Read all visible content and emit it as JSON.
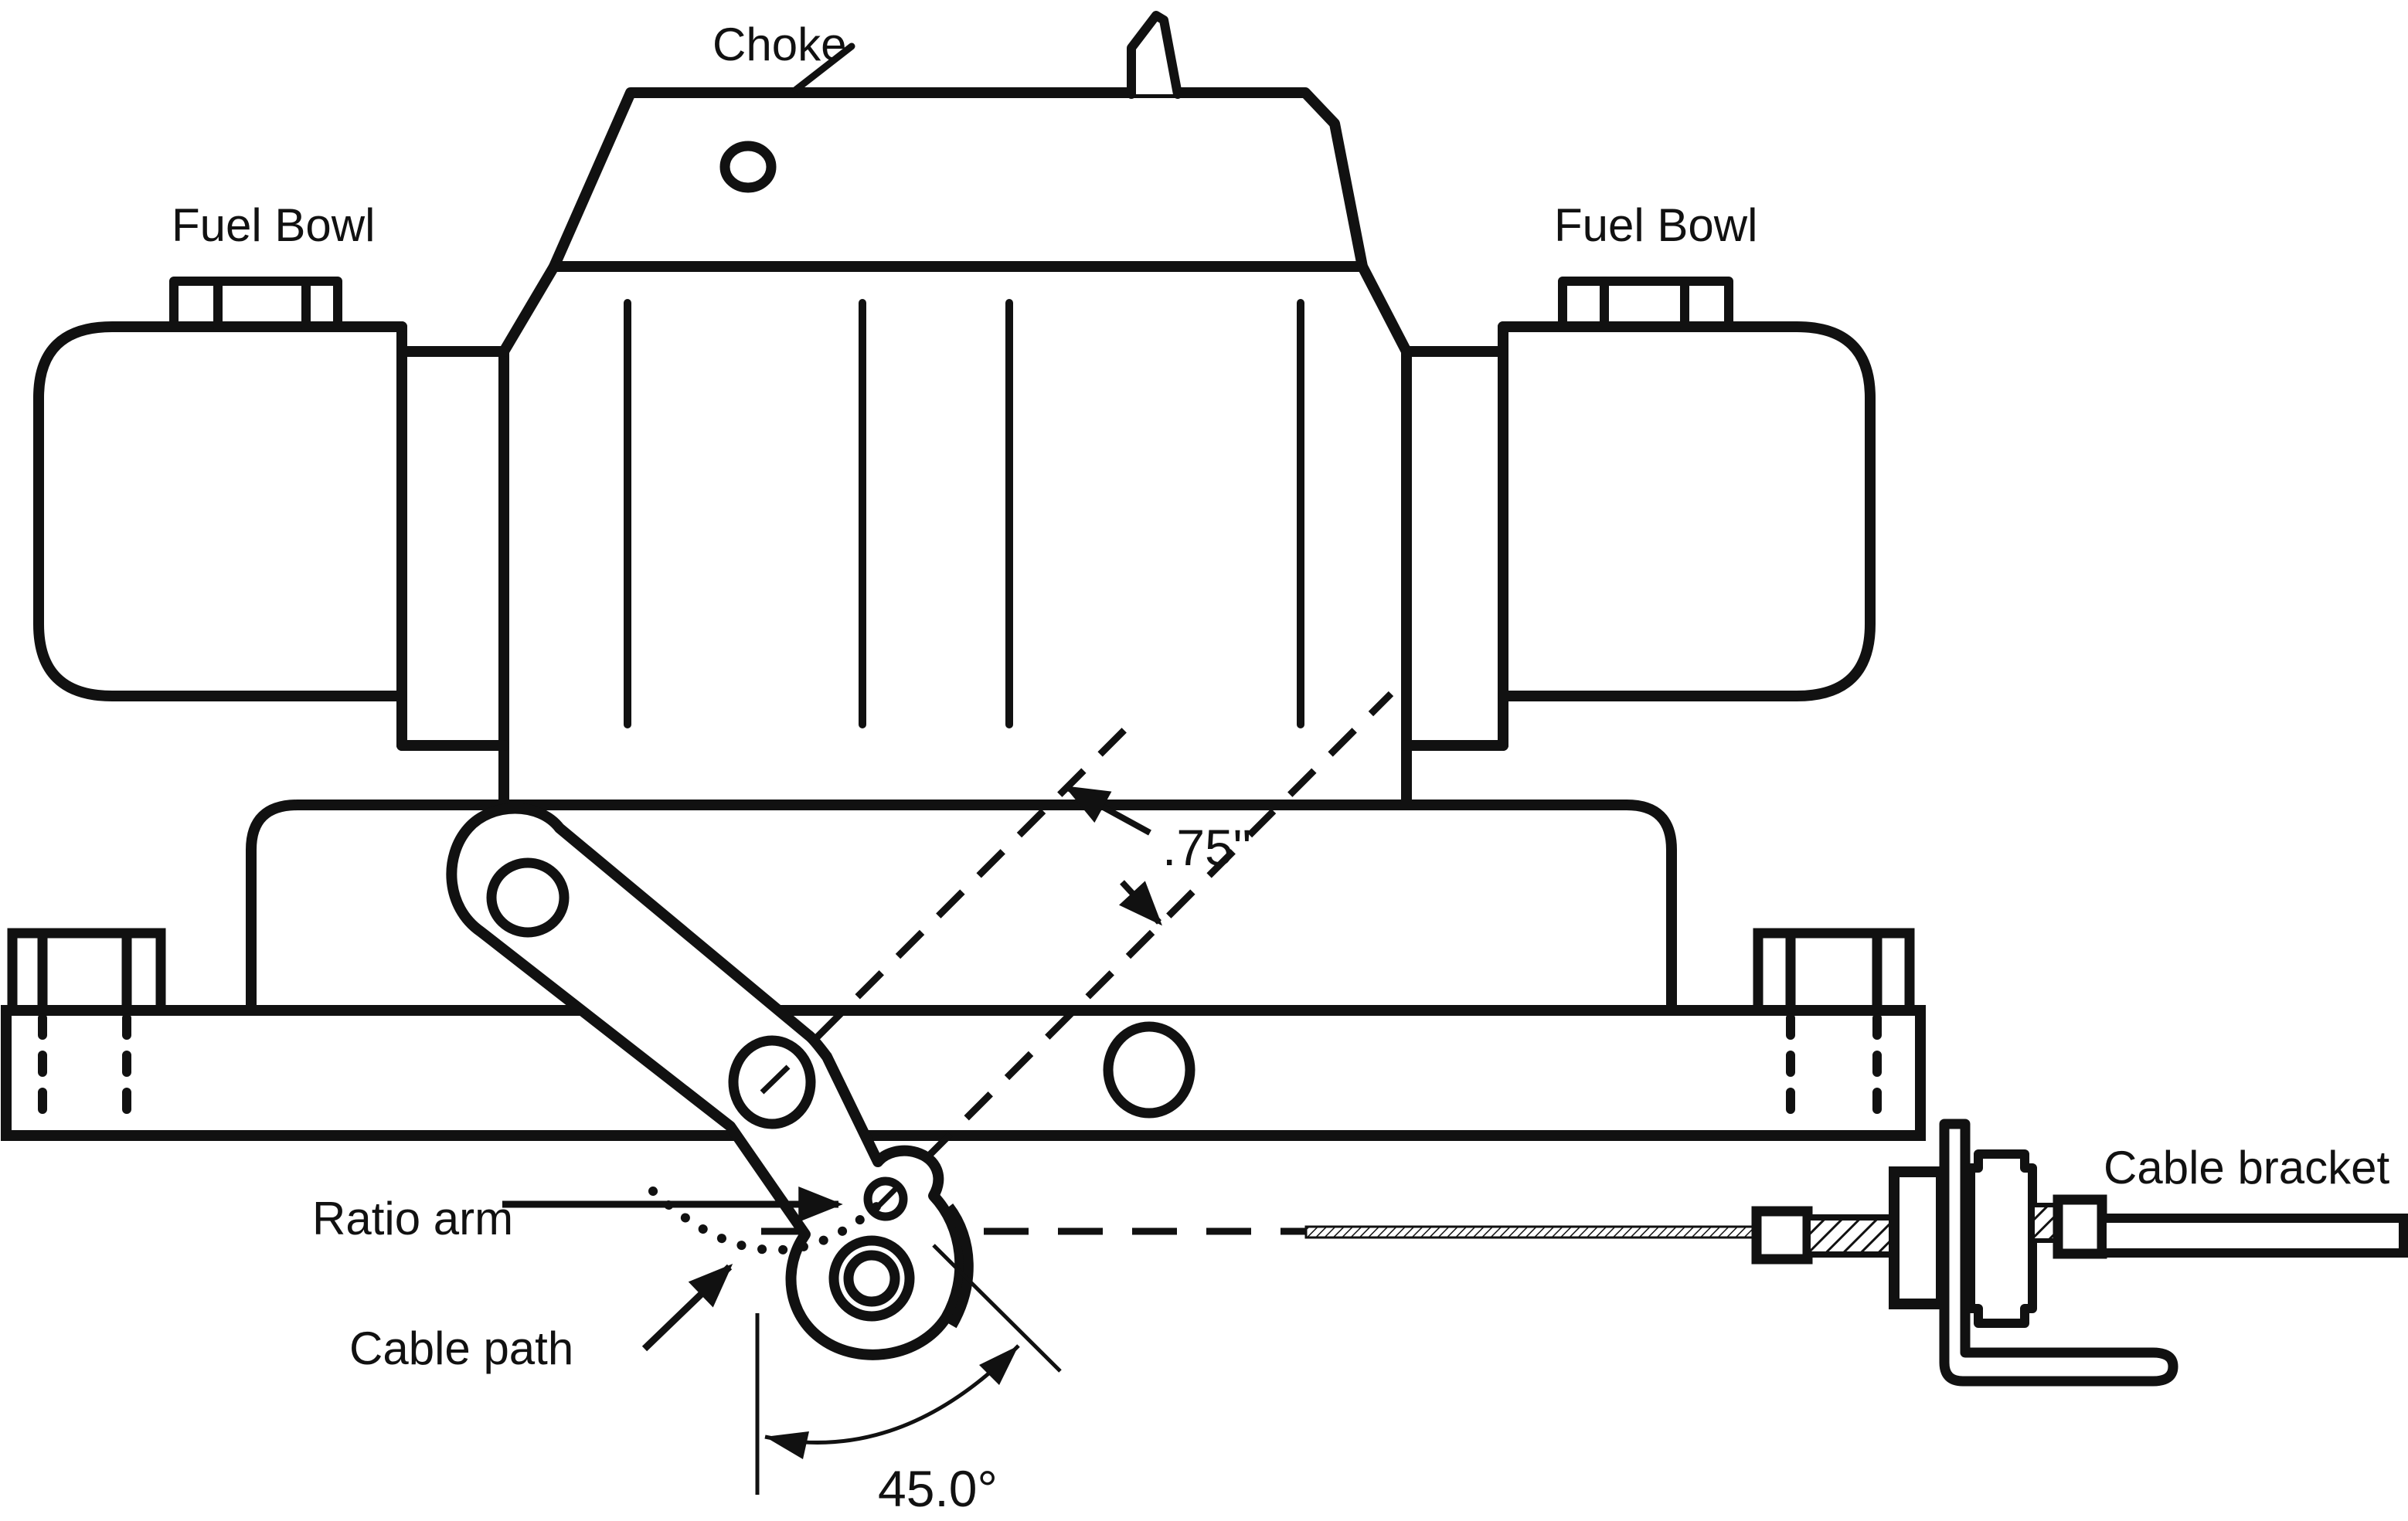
{
  "meta": {
    "background_color": "#ffffff",
    "ink_color": "#111111",
    "figure_type": "carburetor throttle cable linkage diagram"
  },
  "labels": {
    "choke": "Choke",
    "fuel_bowl_left": "Fuel Bowl",
    "fuel_bowl_right": "Fuel Bowl",
    "ratio_arm": "Ratio arm",
    "cable_path": "Cable path",
    "cable_bracket": "Cable bracket"
  },
  "dimensions": {
    "cable_offset": ".75\"",
    "arm_angle": "45.0°"
  }
}
